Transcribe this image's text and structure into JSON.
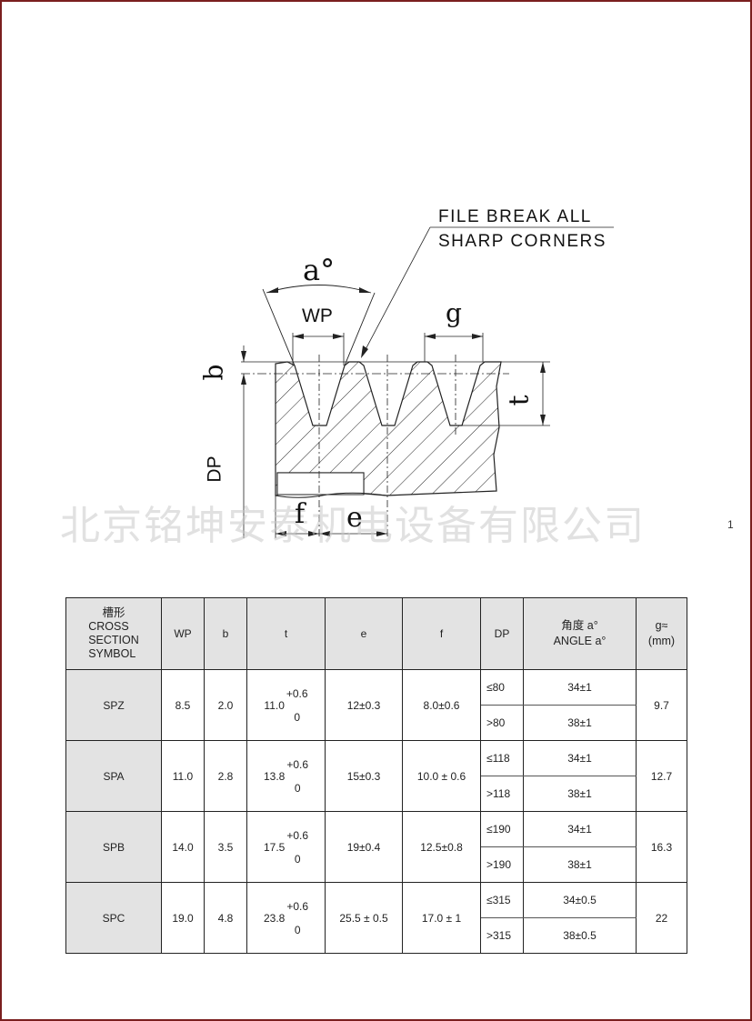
{
  "diagram": {
    "note_line1": "FILE BREAK ALL",
    "note_line2": "SHARP CORNERS",
    "labels": {
      "angle": "a°",
      "wp": "WP",
      "g": "g",
      "b": "b",
      "t": "t",
      "dp": "DP",
      "f": "f",
      "e": "e"
    },
    "watermark": "北京铭坤安泰机电设备有限公司",
    "page_marker": "1"
  },
  "table": {
    "headers": {
      "symbol_cn": "槽形",
      "symbol_en1": "CROSS",
      "symbol_en2": "SECTION",
      "symbol_en3": "SYMBOL",
      "wp": "WP",
      "b": "b",
      "t": "t",
      "e": "e",
      "f": "f",
      "dp": "DP",
      "angle_cn": "角度 a°",
      "angle_en": "ANGLE a°",
      "g": "g≈",
      "g_unit": "(mm)"
    },
    "rows": [
      {
        "symbol": "SPZ",
        "wp": "8.5",
        "b": "2.0",
        "t_base": "11.0",
        "t_plus": "+0.6",
        "t_minus": "0",
        "e": "12±0.3",
        "f": "8.0±0.6",
        "dp_le": "≤80",
        "angle_le": "34±1",
        "dp_gt": ">80",
        "angle_gt": "38±1",
        "g": "9.7"
      },
      {
        "symbol": "SPA",
        "wp": "11.0",
        "b": "2.8",
        "t_base": "13.8",
        "t_plus": "+0.6",
        "t_minus": "0",
        "e": "15±0.3",
        "f": "10.0 ± 0.6",
        "dp_le": "≤118",
        "angle_le": "34±1",
        "dp_gt": ">118",
        "angle_gt": "38±1",
        "g": "12.7"
      },
      {
        "symbol": "SPB",
        "wp": "14.0",
        "b": "3.5",
        "t_base": "17.5",
        "t_plus": "+0.6",
        "t_minus": "0",
        "e": "19±0.4",
        "f": "12.5±0.8",
        "dp_le": "≤190",
        "angle_le": "34±1",
        "dp_gt": ">190",
        "angle_gt": "38±1",
        "g": "16.3"
      },
      {
        "symbol": "SPC",
        "wp": "19.0",
        "b": "4.8",
        "t_base": "23.8",
        "t_plus": "+0.6",
        "t_minus": "0",
        "e": "25.5 ± 0.5",
        "f": "17.0 ± 1",
        "dp_le": "≤315",
        "angle_le": "34±0.5",
        "dp_gt": ">315",
        "angle_gt": "38±0.5",
        "g": "22"
      }
    ]
  },
  "colors": {
    "page_border": "#7a1f1f",
    "header_bg": "#e3e3e3",
    "line": "#222222"
  }
}
